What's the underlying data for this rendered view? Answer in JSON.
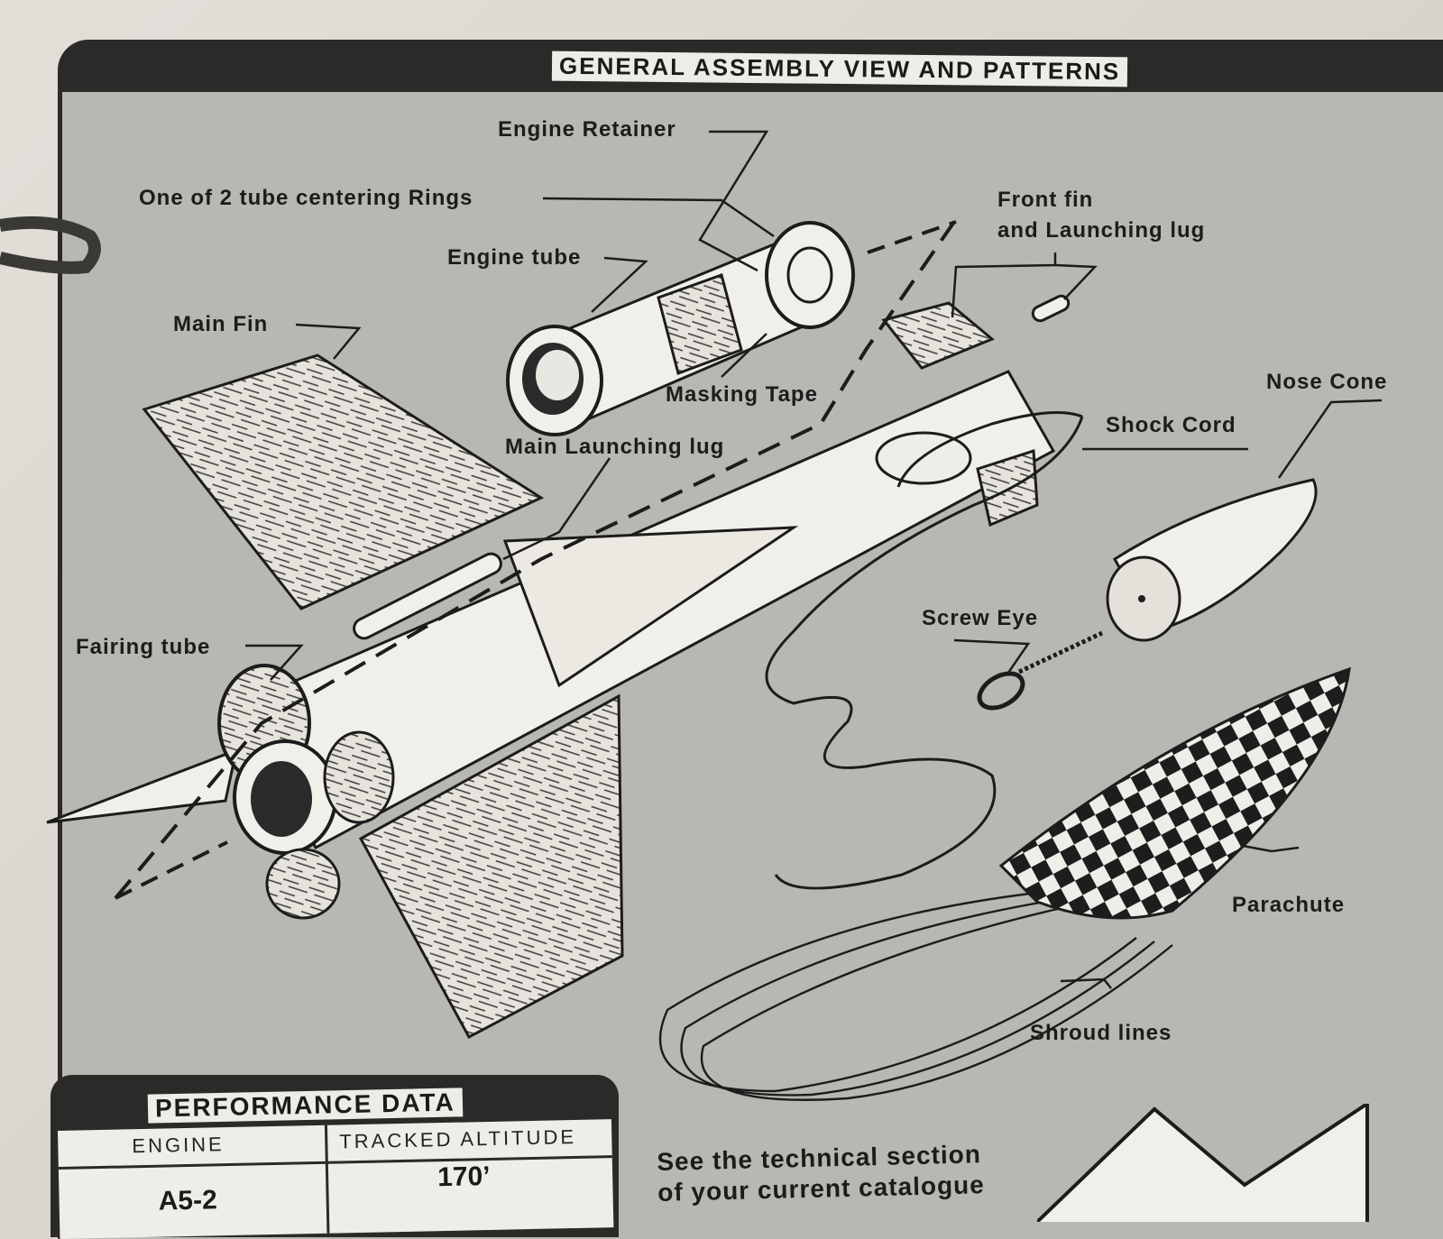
{
  "header": {
    "title": "GENERAL ASSEMBLY VIEW AND PATTERNS"
  },
  "labels": {
    "engine_retainer": "Engine Retainer",
    "centering_rings": "One of 2 tube centering Rings",
    "engine_tube": "Engine tube",
    "front_fin_line1": "Front fin",
    "front_fin_line2": "and Launching lug",
    "main_fin": "Main Fin",
    "masking_tape": "Masking Tape",
    "main_launching_lug": "Main Launching lug",
    "nose_cone": "Nose Cone",
    "shock_cord": "Shock Cord",
    "screw_eye": "Screw Eye",
    "fairing_tube": "Fairing tube",
    "parachute": "Parachute",
    "shroud_lines": "Shroud lines"
  },
  "performance": {
    "title": "PERFORMANCE DATA",
    "col_engine": "ENGINE",
    "col_altitude": "TRACKED ALTITUDE",
    "row_engine": "A5-2",
    "row_altitude": "170’"
  },
  "note": {
    "line1": "See the technical section",
    "line2": "of your current catalogue"
  },
  "colors": {
    "panel": "#b9b7b2",
    "band": "#2b2a28",
    "paper": "#eeece6",
    "ink": "#1c1c1c"
  }
}
